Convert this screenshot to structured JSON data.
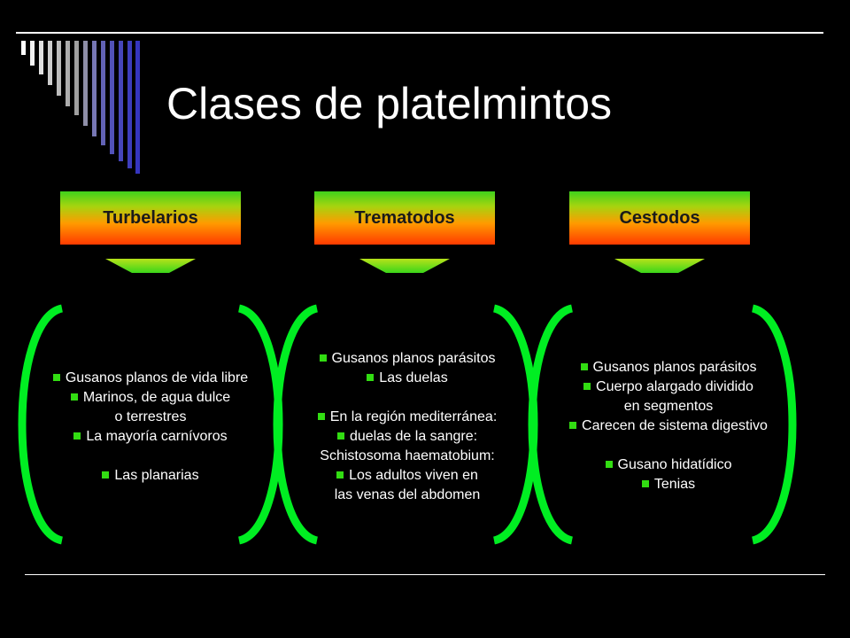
{
  "title": "Clases de platelmintos",
  "colors": {
    "accent": "#00ee22",
    "header_top": "#3fd21c",
    "header_bottom": "#ff3a00"
  },
  "columns": [
    {
      "header": "Turbelarios",
      "lines": [
        {
          "text": "Gusanos planos de vida libre",
          "bullet": true
        },
        {
          "text": "Marinos, de agua dulce",
          "bullet": true
        },
        {
          "text": "o terrestres",
          "bullet": false
        },
        {
          "text": "La mayoría carnívoros",
          "bullet": true
        },
        {
          "text": "",
          "bullet": false
        },
        {
          "text": "Las planarias",
          "bullet": true
        }
      ]
    },
    {
      "header": "Trematodos",
      "lines": [
        {
          "text": "Gusanos planos parásitos",
          "bullet": true
        },
        {
          "text": "Las duelas",
          "bullet": true
        },
        {
          "text": "",
          "bullet": false
        },
        {
          "text": "En la región mediterránea:",
          "bullet": true
        },
        {
          "text": "duelas de la sangre:",
          "bullet": true
        },
        {
          "text": "Schistosoma haematobium:",
          "bullet": false
        },
        {
          "text": "Los adultos viven en",
          "bullet": true
        },
        {
          "text": "las venas del abdomen",
          "bullet": false
        }
      ]
    },
    {
      "header": "Cestodos",
      "lines": [
        {
          "text": "Gusanos planos parásitos",
          "bullet": true
        },
        {
          "text": "Cuerpo alargado dividido",
          "bullet": true
        },
        {
          "text": "en segmentos",
          "bullet": false
        },
        {
          "text": "Carecen de sistema digestivo",
          "bullet": true
        },
        {
          "text": "",
          "bullet": false
        },
        {
          "text": "Gusano hidatídico",
          "bullet": true
        },
        {
          "text": "Tenias",
          "bullet": true
        }
      ]
    }
  ]
}
